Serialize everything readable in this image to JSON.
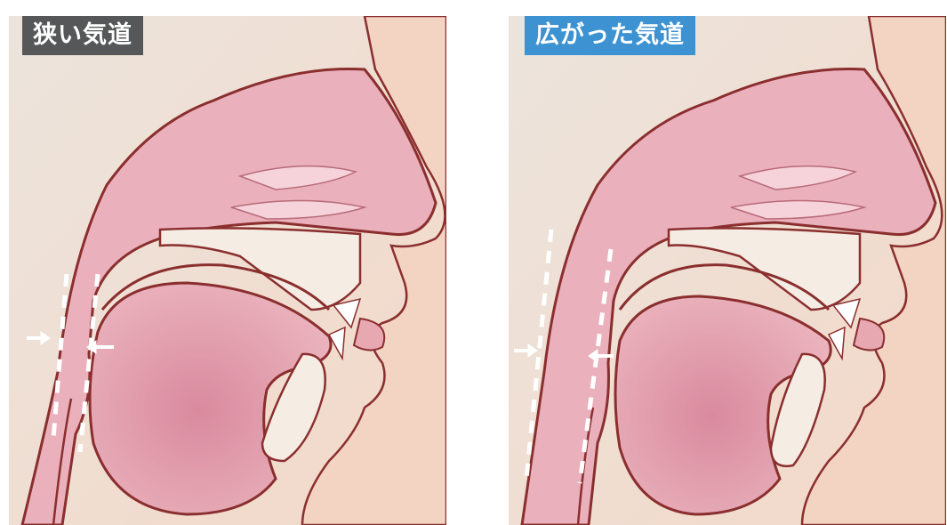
{
  "panels": [
    {
      "label": "狭い気道",
      "label_color": "#555758",
      "airway": "narrow"
    },
    {
      "label": "広がった気道",
      "label_color": "#3d92d2",
      "airway": "wide"
    }
  ],
  "colors": {
    "background_skin": "#f1ddd0",
    "tissue": "#e7a7b3",
    "tongue": "#dd94a6",
    "bone": "#f5ede4",
    "outline": "#8a2e2e"
  }
}
